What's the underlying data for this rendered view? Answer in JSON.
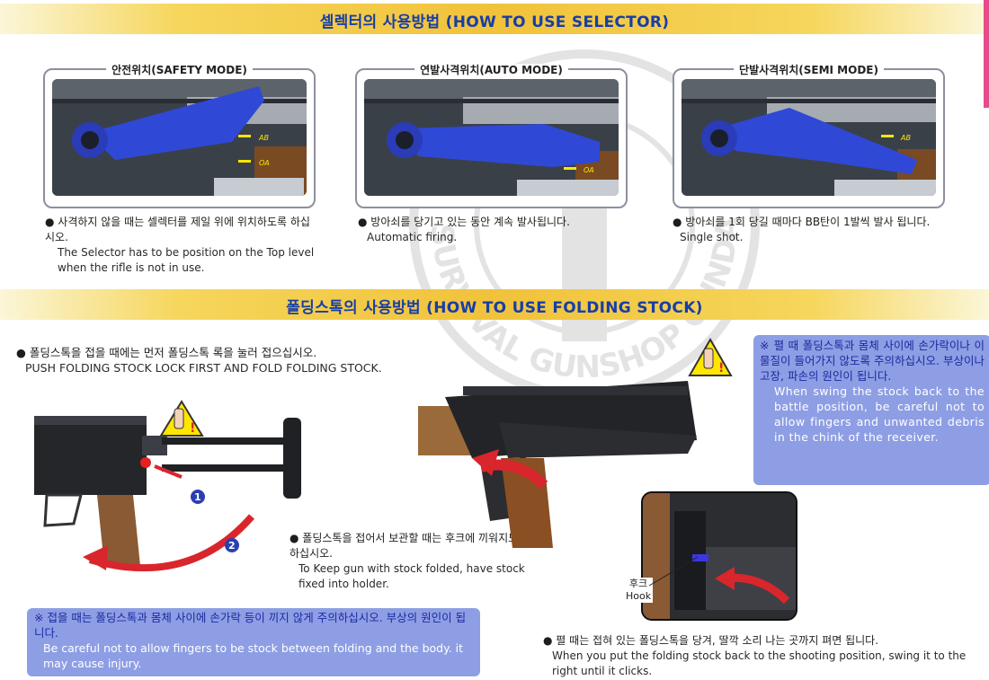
{
  "selector_section": {
    "title": "셀렉터의 사용방법 (HOW TO USE SELECTOR)",
    "panels": [
      {
        "title": "안전위치(SAFETY MODE)",
        "marks": [
          "AB",
          "OA"
        ],
        "text_ko": "사격하지 않을 때는 셀렉터를 제일 위에 위치하도록 하십시오.",
        "text_en": "The Selector has to be position on the Top level when the rifle  is  not in use."
      },
      {
        "title": "연발사격위치(AUTO MODE)",
        "marks": [
          "OA"
        ],
        "text_ko": "방아쇠를 당기고 있는 동안 계속 발사됩니다.",
        "text_en": "Automatic firing."
      },
      {
        "title": "단발사격위치(SEMI MODE)",
        "marks": [
          "AB"
        ],
        "text_ko": "방아쇠를 1회 당길 때마다 BB탄이 1발씩 발사 됩니다.",
        "text_en": "Single shot."
      }
    ]
  },
  "folding_section": {
    "title": "폴딩스톡의 사용방법 (HOW TO USE FOLDING STOCK)",
    "step_fold": {
      "text_ko": "폴딩스톡을 접을 때에는 먼저 폴딩스톡 록을 눌러 접으십시오.",
      "text_en": "PUSH FOLDING STOCK LOCK FIRST AND FOLD FOLDING STOCK.",
      "markers": [
        "1",
        "2"
      ]
    },
    "step_keep": {
      "text_ko": "폴딩스톡을 접어서 보관할 때는 후크에 끼워지도록 하십시오.",
      "text_en": "To Keep gun with stock folded, have stock fixed into holder."
    },
    "hook_label": {
      "ko": "후크",
      "en": "Hook"
    },
    "caution_left": {
      "ko": "※ 접을 때는 폴딩스톡과 몸체 사이에 손가락 등이 끼지 않게 주의하십시오. 부상의 원인이 됩니다.",
      "en": "Be careful not to allow fingers to be stock between folding and the body.  it may cause injury."
    },
    "caution_right": {
      "ko": "※ 펼 때 폴딩스톡과 몸체 사이에 손가락이나 이물질이 들어가지 않도록 주의하십시오. 부상이나 고장, 파손의 원인이 됩니다.",
      "en": "When swing the stock back to the battle position, be careful not to allow fingers and unwanted debris in the chink of the receiver."
    },
    "step_unfold": {
      "text_ko": "펼 때는 접혀 있는 폴딩스톡을 당겨, 딸깍 소리 나는 곳까지 펴면 됩니다.",
      "text_en": "When you put the folding stock back to the shooting position, swing it to the right until it clicks."
    }
  },
  "watermark": {
    "text": "SURVIVAL GUNSHOP GUNDAY .co.kr"
  },
  "colors": {
    "banner_text": "#173ea8",
    "selector_blue": "#2f49d6",
    "arrow_red": "#d8262c",
    "note_box": "#8e9ee4",
    "mark_yellow": "#ffe600"
  }
}
